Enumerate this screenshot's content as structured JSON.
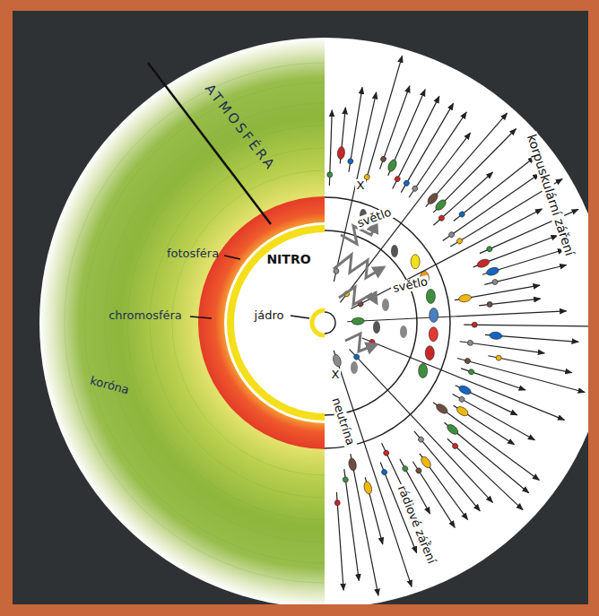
{
  "diagram": {
    "labels": [
      "ATMOSFÉRA",
      "fotosféra",
      "chromosféra",
      "koróna",
      "NITRO",
      "jádro",
      "X",
      "světlo",
      "X",
      "světlo",
      "korpuskulární záření",
      "neutrína",
      "rádiové záření"
    ]
  }
}
